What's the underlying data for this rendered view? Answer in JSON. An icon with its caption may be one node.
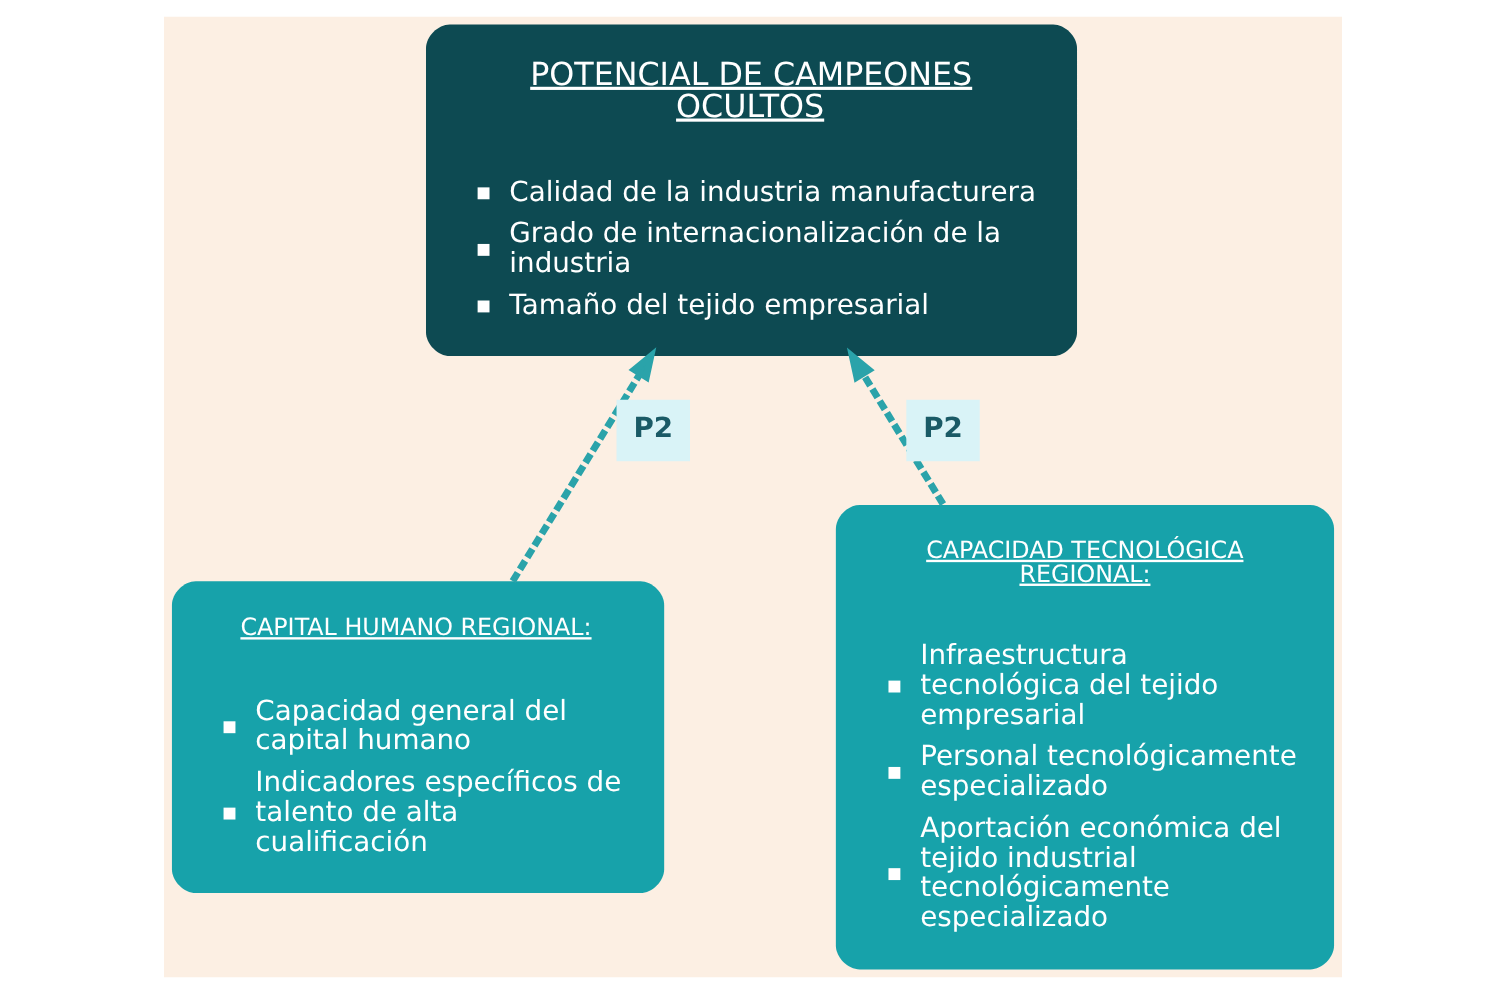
{
  "diagram": {
    "nodes": [
      {
        "text": [
          "POTENCIAL DE CAMPEONES OCULTOS",
          "Calidad de la industria manufacturera",
          "Grado de internacionalización de la industria",
          "Tamaño del tejido empresarial"
        ]
      },
      {
        "text": [
          "CAPITAL HUMANO REGIONAL:",
          "Capacidad general del capital humano",
          "Indicadores específicos de talento de alta cualificación"
        ]
      },
      {
        "text": [
          "CAPACIDAD TECNOLÓGICA REGIONAL:",
          "Infraestructura tecnológica del tejido empresarial",
          "Personal tecnológicamente especializado",
          "Aportación económica del tejido industrial tecnológicamente especializado"
        ]
      }
    ],
    "edges": [
      {
        "from": 1,
        "to": 0,
        "arrow": "to",
        "label": "P2",
        "style": "dashed"
      },
      {
        "from": 2,
        "to": 0,
        "arrow": "to",
        "label": "P2",
        "style": "dashed"
      }
    ]
  }
}
